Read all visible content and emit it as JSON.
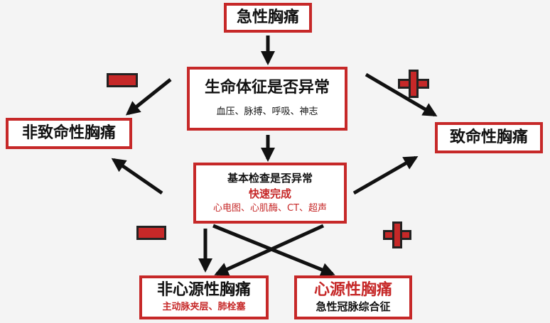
{
  "nodes": {
    "chest_pain": "急性胸痛",
    "vitals_title": "生命体征是否异常",
    "vitals_detail": "血压、脉搏、呼吸、神志",
    "non_fatal": "非致命性胸痛",
    "fatal": "致命性胸痛",
    "basic_title": "基本检查是否异常",
    "basic_fast": "快速完成",
    "basic_detail": "心电图、心肌酶、CT、超声",
    "non_cardiac_title": "非心源性胸痛",
    "non_cardiac_detail": "主动脉夹层、肺栓塞",
    "cardiac_title": "心源性胸痛",
    "cardiac_detail": "急性冠脉综合征"
  },
  "signs": {
    "negative": "minus-sign",
    "positive": "plus-sign"
  },
  "colors": {
    "box_border": "#c62828",
    "accent_text": "#c62828",
    "arrow": "#111111",
    "background": "#f4f4f4"
  }
}
